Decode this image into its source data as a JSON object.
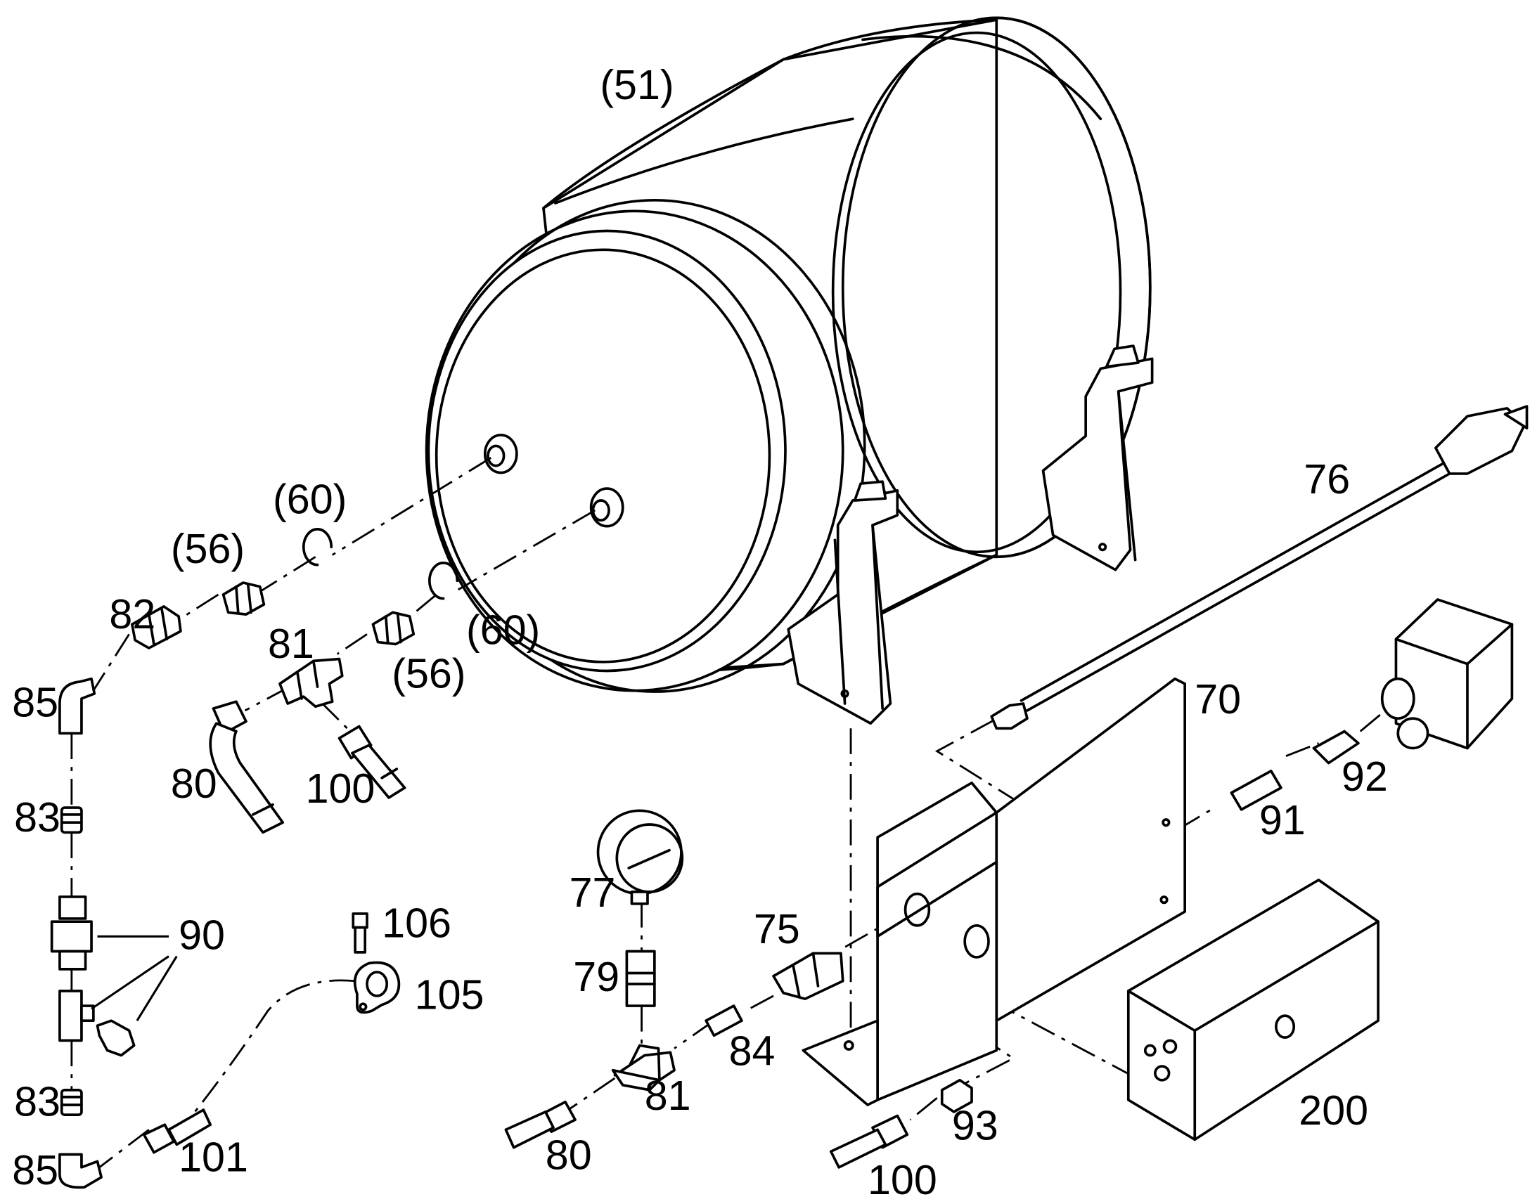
{
  "diagram": {
    "labels": {
      "l51": "(51)",
      "l60a": "(60)",
      "l60b": "(60)",
      "l56a": "(56)",
      "l56b": "(56)",
      "l82": "82",
      "l81a": "81",
      "l81b": "81",
      "l85a": "85",
      "l85b": "85",
      "l80a": "80",
      "l80b": "80",
      "l100a": "100",
      "l100b": "100",
      "l83a": "83",
      "l83b": "83",
      "l90": "90",
      "l106": "106",
      "l105": "105",
      "l101": "101",
      "l77": "77",
      "l79": "79",
      "l75": "75",
      "l84": "84",
      "l76": "76",
      "l70": "70",
      "l91": "91",
      "l92": "92",
      "l93": "93",
      "l200": "200"
    }
  }
}
